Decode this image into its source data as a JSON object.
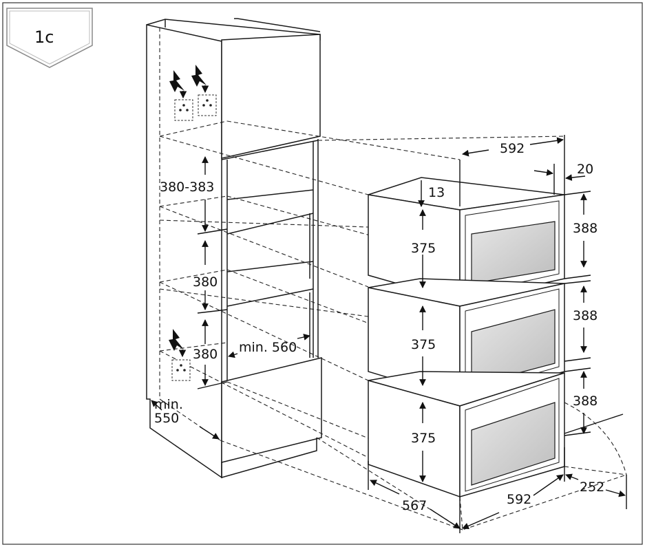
{
  "badge": {
    "label": "1c"
  },
  "dimensions": {
    "niche_top": "380-383",
    "niche_mid": "380",
    "niche_bottom": "380",
    "min_width": "min. 560",
    "min_depth_line1": "min.",
    "min_depth_line2": "550",
    "oven_width_top": "592",
    "front_thickness": "20",
    "top_gap": "13",
    "oven_height_1": "375",
    "oven_height_2": "375",
    "oven_height_3": "375",
    "front_height_1": "388",
    "front_height_2": "388",
    "front_height_3": "388",
    "oven_depth": "567",
    "oven_width_bottom": "592",
    "door_swing": "252"
  },
  "icons": {
    "electric": "lightning-bolt-icon",
    "socket": "power-socket-icon"
  },
  "colors": {
    "line": "#1a1a1a",
    "glass": "#c8c8c8",
    "background": "#ffffff"
  }
}
